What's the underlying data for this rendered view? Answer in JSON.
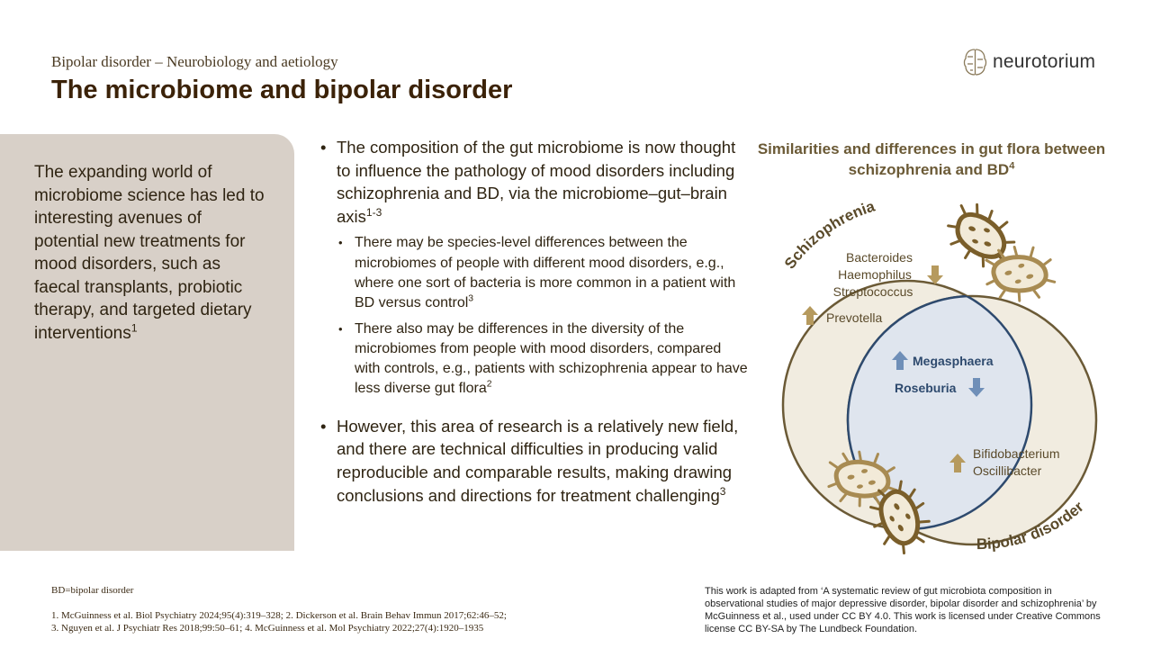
{
  "header": {
    "subtitle": "Bipolar disorder – Neurobiology and aetiology",
    "title": "The microbiome and bipolar disorder",
    "logo_text": "neurotorium"
  },
  "sidebar": {
    "text": "The expanding world of microbiome science has led to interesting avenues of potential new treatments for mood disorders, such as faecal transplants, probiotic therapy, and targeted dietary interventions",
    "ref": "1"
  },
  "main": {
    "bullet1": {
      "text": "The composition of the gut microbiome is now thought to influence the pathology of mood disorders including schizophrenia and BD, via the microbiome–gut–brain axis",
      "ref": "1-3"
    },
    "sub1": {
      "text": "There may be species-level differences between the microbiomes of people with different mood disorders, e.g., where one sort of bacteria is more common in a patient with BD versus control",
      "ref": "3"
    },
    "sub2": {
      "text": "There also may be differences in the diversity of the microbiomes from people with mood disorders, compared with controls, e.g., patients with schizophrenia appear to have less diverse gut flora",
      "ref": "2"
    },
    "bullet2": {
      "text": "However, this area of research is a relatively new field, and there are technical difficulties in producing valid reproducible and comparable results, making drawing conclusions and directions for treatment challenging",
      "ref": "3"
    }
  },
  "diagram": {
    "title": "Similarities and differences in gut flora between schizophrenia and BD",
    "title_ref": "4",
    "label_scz": "Schizophrenia",
    "label_bd": "Bipolar disorder",
    "scz_down": [
      "Bacteroides",
      "Haemophilus",
      "Streptococcus"
    ],
    "scz_up": "Prevotella",
    "shared_up": "Megasphaera",
    "shared_down": "Roseburia",
    "bd_up": [
      "Bifidobacterium",
      "Oscillibacter"
    ],
    "colors": {
      "arrow_gold": "#b69a5e",
      "arrow_blue": "#6f8fb8",
      "circle_fill": "#f1ece0",
      "overlap_fill": "#dfe5ee",
      "overlap_stroke": "#2e4a6e",
      "circle_stroke": "#6b5a36"
    }
  },
  "footer": {
    "abbrev": "BD=bipolar disorder",
    "refs_line1": "1. McGuinness et al. Biol Psychiatry 2024;95(4):319–328; 2. Dickerson et al. Brain Behav Immun 2017;62:46–52;",
    "refs_line2": "3. Nguyen et al. J Psychiatr Res 2018;99:50–61; 4. McGuinness et al. Mol Psychiatry 2022;27(4):1920–1935",
    "credit": "This work is adapted from ‘A systematic review of gut microbiota composition in observational studies of major depressive disorder, bipolar disorder and schizophrenia’ by McGuinness et al., used under CC BY 4.0. This work is licensed under Creative Commons license CC BY-SA by The Lundbeck Foundation."
  }
}
